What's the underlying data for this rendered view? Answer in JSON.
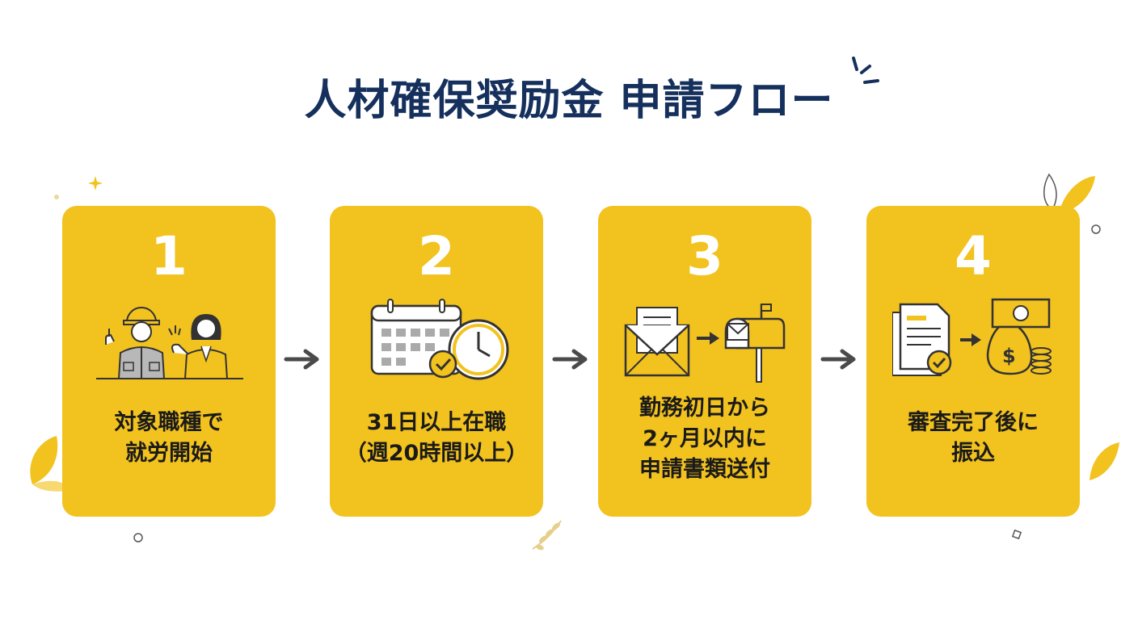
{
  "title": "人材確保奨励金 申請フロー",
  "colors": {
    "card": "#f2c21f",
    "title": "#15305c",
    "arrow": "#4a4a4a",
    "number": "#ffffff"
  },
  "steps": [
    {
      "number": "1",
      "label": "対象職種で\n就労開始",
      "icon": "workers-icon"
    },
    {
      "number": "2",
      "label": "31日以上在職\n（週20時間以上）",
      "icon": "calendar-clock-icon"
    },
    {
      "number": "3",
      "label": "勤務初日から\n2ヶ月以内に\n申請書類送付",
      "icon": "mail-to-mailbox-icon"
    },
    {
      "number": "4",
      "label": "審査完了後に\n振込",
      "icon": "document-to-money-icon"
    }
  ]
}
